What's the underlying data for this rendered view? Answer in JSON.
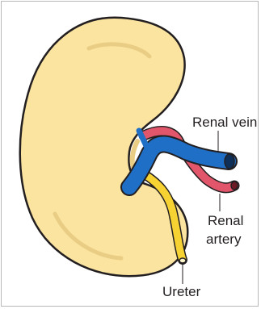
{
  "labels": {
    "renal_vein": "Renal vein",
    "renal_artery_line1": "Renal",
    "renal_artery_line2": "artery",
    "ureter": "Ureter"
  },
  "colors": {
    "kidney_fill": "#fbe4a0",
    "kidney_shade": "#e9cd85",
    "vein": "#1f6fc7",
    "artery": "#e1566a",
    "ureter": "#f7d233",
    "outline": "#231f20"
  }
}
